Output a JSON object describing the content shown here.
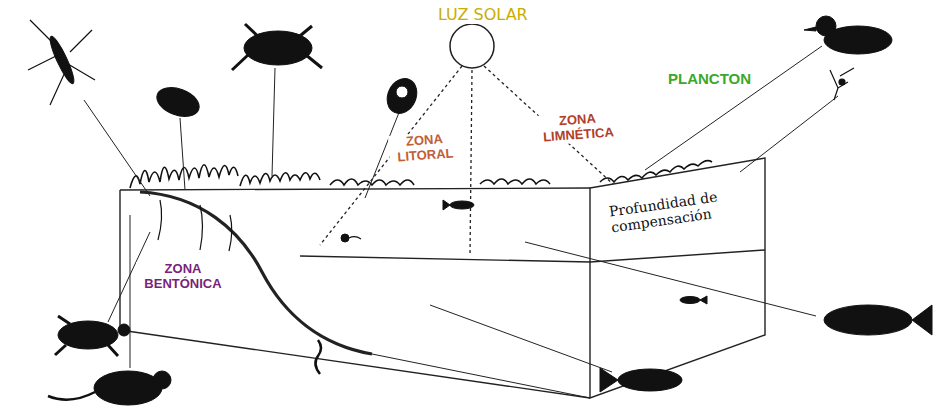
{
  "diagram": {
    "labels": [
      "LUZ SOLAR",
      "PLANCTON",
      "ZONA LITORAL",
      "ZONA LIMNÉTICA",
      "Profundidad de compensación",
      "ZONA BENTÓNICA"
    ]
  }
}
